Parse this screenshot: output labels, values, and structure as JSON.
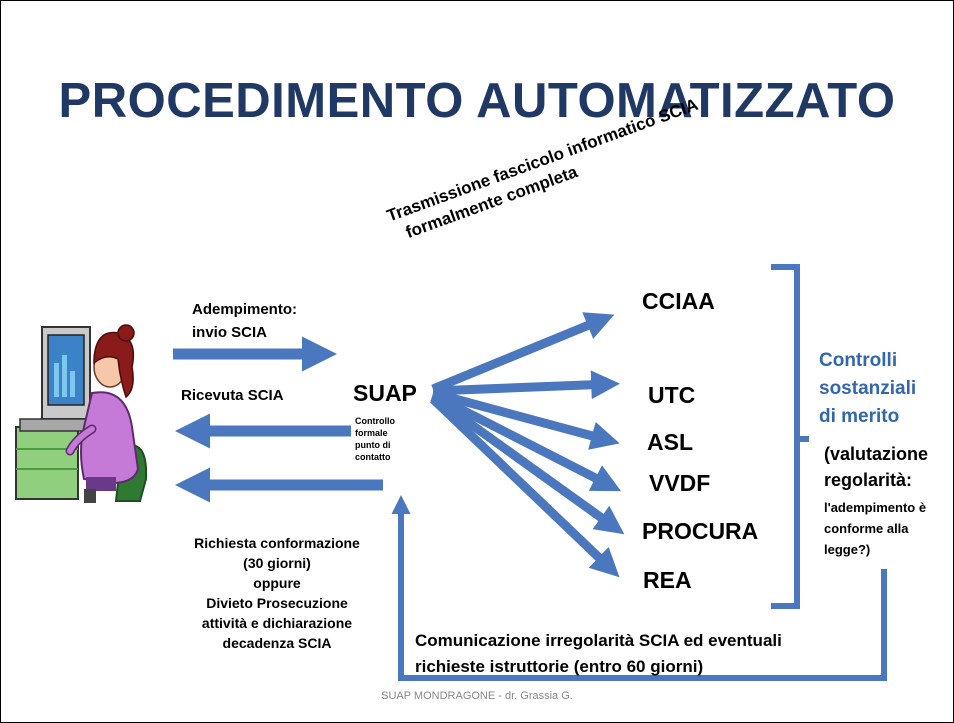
{
  "slide": {
    "title": "PROCEDIMENTO AUTOMATIZZATO",
    "footer": "SUAP MONDRAGONE - dr. Grassia G."
  },
  "left_flow": {
    "adempimento": [
      "Adempimento:",
      "invio SCIA"
    ],
    "ricevuta": "Ricevuta SCIA",
    "richiesta": [
      "Richiesta conformazione",
      "(30 giorni)",
      "oppure",
      "Divieto Prosecuzione",
      "attività e dichiarazione",
      "decadenza SCIA"
    ]
  },
  "suap": {
    "label": "SUAP",
    "note": [
      "Controllo",
      "formale",
      "punto di",
      "contatto"
    ]
  },
  "transmission": [
    "Trasmissione fascicolo informatico SCIA",
    "formalmente completa"
  ],
  "entities": [
    "CCIAA",
    "UTC",
    "ASL",
    "VVDF",
    "PROCURA",
    "REA"
  ],
  "controls": {
    "heading": [
      "Controlli",
      "sostanziali",
      "di merito"
    ],
    "subheading": [
      "(valutazione",
      "regolarità:"
    ],
    "detail": [
      "l'adempimento è",
      "conforme alla",
      "legge?)"
    ]
  },
  "feedback": [
    "Comunicazione irregolarità SCIA ed eventuali",
    "richieste istruttorie (entro 60 giorni)"
  ],
  "colors": {
    "title": "#1f3864",
    "arrow": "#4a77bd",
    "controls_text": "#3366aa"
  }
}
